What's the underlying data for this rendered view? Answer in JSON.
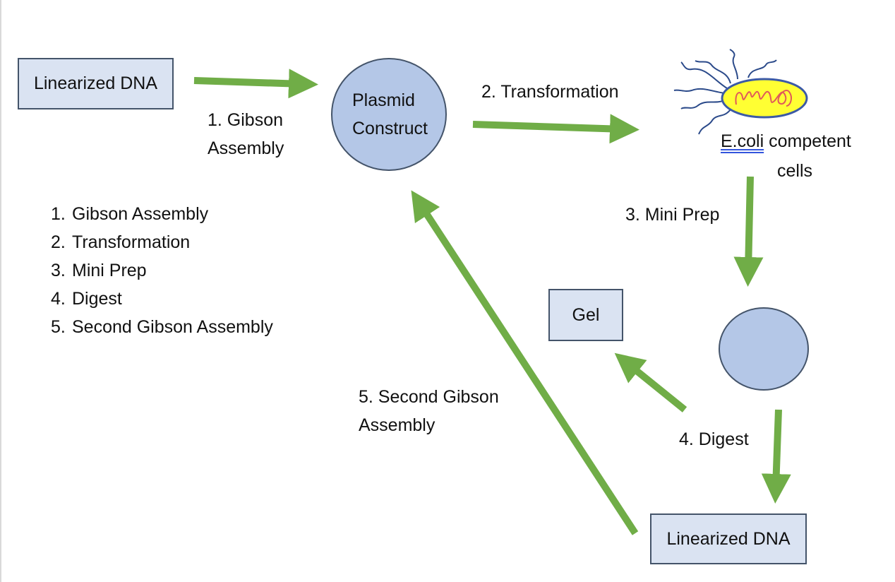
{
  "colors": {
    "arrow": "#70ad47",
    "node_fill": "#b4c7e7",
    "box_fill": "#dae3f2",
    "node_stroke": "#44546a",
    "ecoli_body": "#ffff33",
    "ecoli_outline": "#3c5aa6",
    "dna_squiggle": "#e05a5a",
    "flagella": "#2b4a8a"
  },
  "nodes": {
    "linearized_dna_top": "Linearized DNA",
    "plasmid_line1": "Plasmid",
    "plasmid_line2": "Construct",
    "ecoli_name": "E.coli",
    "ecoli_rest": " competent",
    "ecoli_line2": "cells",
    "gel": "Gel",
    "linearized_dna_bottom": "Linearized DNA"
  },
  "arrow_labels": {
    "gibson_line1": "1. Gibson",
    "gibson_line2": "Assembly",
    "transformation": "2. Transformation",
    "miniprep": "3. Mini Prep",
    "digest": "4. Digest",
    "second_line1": "5. Second Gibson",
    "second_line2": "Assembly"
  },
  "steps_list": [
    {
      "num": "1.",
      "text": "Gibson Assembly"
    },
    {
      "num": "2.",
      "text": "Transformation"
    },
    {
      "num": "3.",
      "text": "Mini Prep"
    },
    {
      "num": "4.",
      "text": "Digest"
    },
    {
      "num": "5.",
      "text": "Second Gibson Assembly"
    }
  ]
}
